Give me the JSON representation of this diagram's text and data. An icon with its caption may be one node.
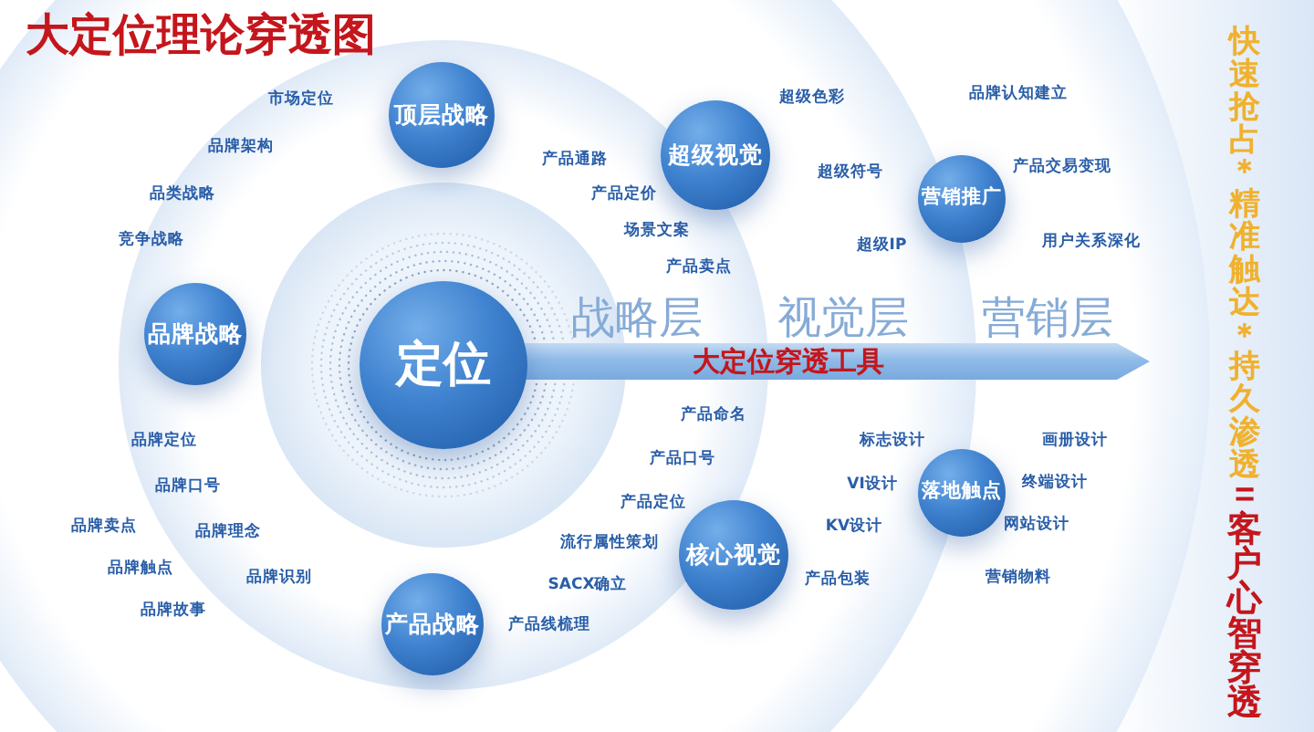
{
  "diagram": {
    "title": "大定位理论穿透图",
    "nodes": [
      {
        "text": [
          "顶层战略"
        ]
      },
      {
        "text": [
          "超级视觉"
        ]
      },
      {
        "text": [
          "营销推广"
        ]
      },
      {
        "text": [
          "品牌战略"
        ]
      },
      {
        "text": [
          "定位"
        ]
      },
      {
        "text": [
          "大定位穿透工具"
        ]
      },
      {
        "text": [
          "落地触点"
        ]
      },
      {
        "text": [
          "核心视觉"
        ]
      },
      {
        "text": [
          "产品战略"
        ]
      }
    ],
    "labels": [
      "市场定位",
      "超级色彩",
      "品牌认知建立",
      "品牌架构",
      "产品通路",
      "超级符号",
      "产品交易变现",
      "品类战略",
      "产品定价",
      "竞争战略",
      "场景文案",
      "超级IP",
      "用户关系深化",
      "产品卖点",
      "战略层",
      "视觉层",
      "营销层",
      "产品命名",
      "品牌定位",
      "标志设计",
      "画册设计",
      "产品口号",
      "品牌口号",
      "VI设计",
      "终端设计",
      "产品定位",
      "品牌卖点",
      "品牌理念",
      "流行属性策划",
      "KV设计",
      "网站设计",
      "品牌触点",
      "品牌识别",
      "SACX确立",
      "产品包装",
      "营销物料",
      "品牌故事",
      "产品线梳理",
      "快速抢占＊精准触达＊持久渗透",
      "=客户心智穿透"
    ]
  }
}
